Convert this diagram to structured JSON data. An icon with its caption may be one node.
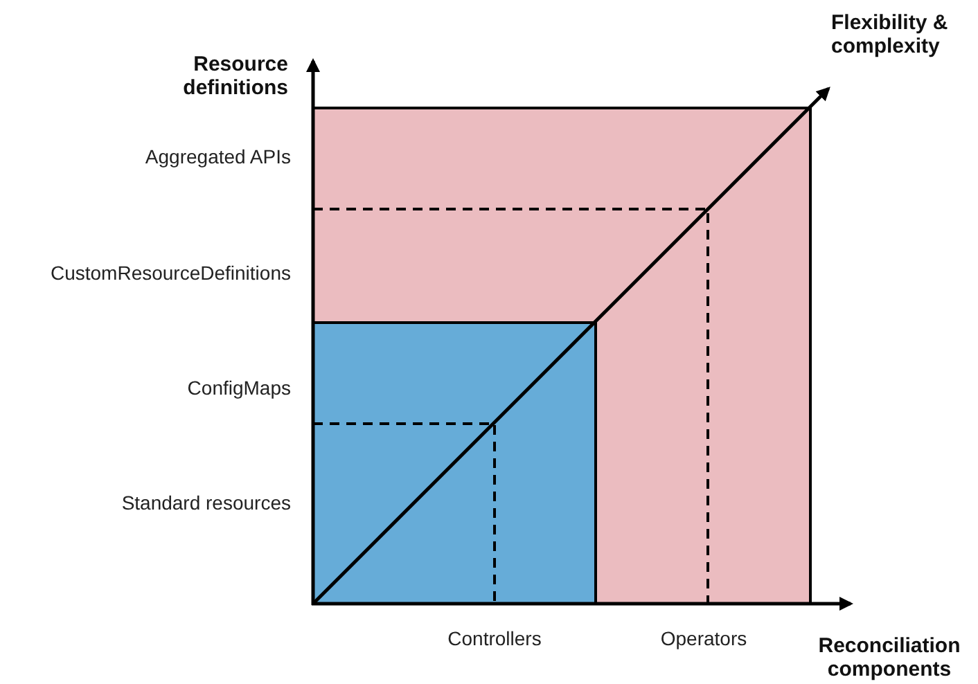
{
  "diagram": {
    "labels": [
      "Resource definitions",
      "Flexibility & complexity",
      "Aggregated APIs",
      "CustomResourceDefinitions",
      "ConfigMaps",
      "Standard resources",
      "Controllers",
      "Operators",
      "Reconciliation components"
    ]
  }
}
